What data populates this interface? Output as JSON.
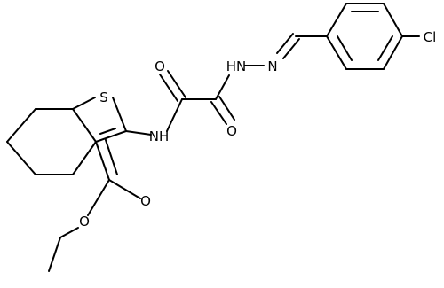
{
  "diagram": {
    "type": "chemical-structure",
    "atom_labels": {
      "sulfur": "S",
      "amide_nh": "NH",
      "oxo_left": "O",
      "oxo_right": "O",
      "hydrazide_nh": "HN",
      "imine_n": "N",
      "chloro": "Cl",
      "ester_carbonyl_o": "O",
      "ester_ether_o": "O"
    }
  }
}
